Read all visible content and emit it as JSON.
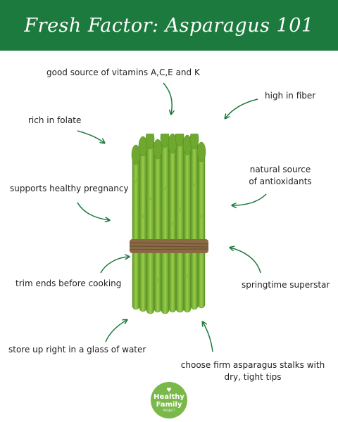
{
  "header": {
    "title": "Fresh Factor: Asparagus 101"
  },
  "facts": {
    "vitamins": "good source of vitamins A,C,E and K",
    "fiber": "high in fiber",
    "folate": "rich in folate",
    "antioxidants_line1": "natural source",
    "antioxidants_line2": "of antioxidants",
    "pregnancy": "supports healthy pregnancy",
    "springtime": "springtime superstar",
    "trim": "trim ends before cooking",
    "store": "store up right in a glass of water",
    "firm_line1": "choose firm asparagus stalks with",
    "firm_line2": "dry, tight tips"
  },
  "logo": {
    "line1": "Healthy",
    "line2": "Family",
    "line3": "PROJECT"
  },
  "colors": {
    "header_bg": "#1d7a3e",
    "arrow": "#1d7a3e",
    "asparagus": "#7cb83a",
    "band": "#8a6a45",
    "logo_bg": "#7ab84a"
  },
  "image": {
    "subject": "asparagus-bundle"
  }
}
